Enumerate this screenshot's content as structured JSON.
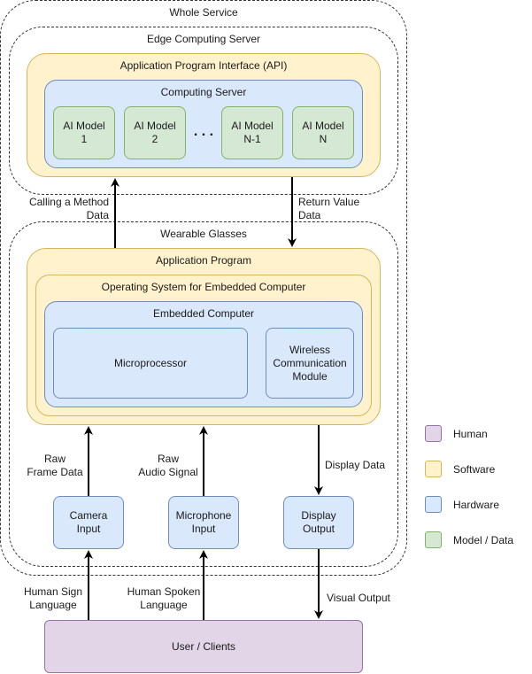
{
  "containers": {
    "whole_service": "Whole Service",
    "edge_server": "Edge Computing Server",
    "api": "Application Program Interface (API)",
    "computing_server": "Computing Server",
    "wearable": "Wearable Glasses",
    "app_program": "Application Program",
    "os": "Operating System for Embedded Computer",
    "embedded": "Embedded Computer"
  },
  "models": {
    "m1": "AI Model\n1",
    "m2": "AI Model\n2",
    "ellipsis": ". . .",
    "mn1": "AI Model\nN-1",
    "mn": "AI Model\nN"
  },
  "components": {
    "microprocessor": "Microprocessor",
    "wireless": "Wireless\nCommunication\nModule",
    "camera": "Camera\nInput",
    "microphone": "Microphone\nInput",
    "display": "Display\nOutput",
    "user": "User / Clients"
  },
  "edges": {
    "calling": "Calling a Method\nData",
    "return": "Return Value\nData",
    "raw_frame": "Raw\nFrame Data",
    "raw_audio": "Raw\nAudio Signal",
    "display_data": "Display Data",
    "sign": "Human Sign\nLanguage",
    "spoken": "Human Spoken\nLanguage",
    "visual": "Visual Output"
  },
  "legend": [
    {
      "label": "Human",
      "color": "#e1d5e7",
      "border": "#9673a6"
    },
    {
      "label": "Software",
      "color": "#fff2cc",
      "border": "#d6b656"
    },
    {
      "label": "Hardware",
      "color": "#dae8fc",
      "border": "#6c8ebf"
    },
    {
      "label": "Model / Data",
      "color": "#d5e8d4",
      "border": "#82b366"
    }
  ]
}
